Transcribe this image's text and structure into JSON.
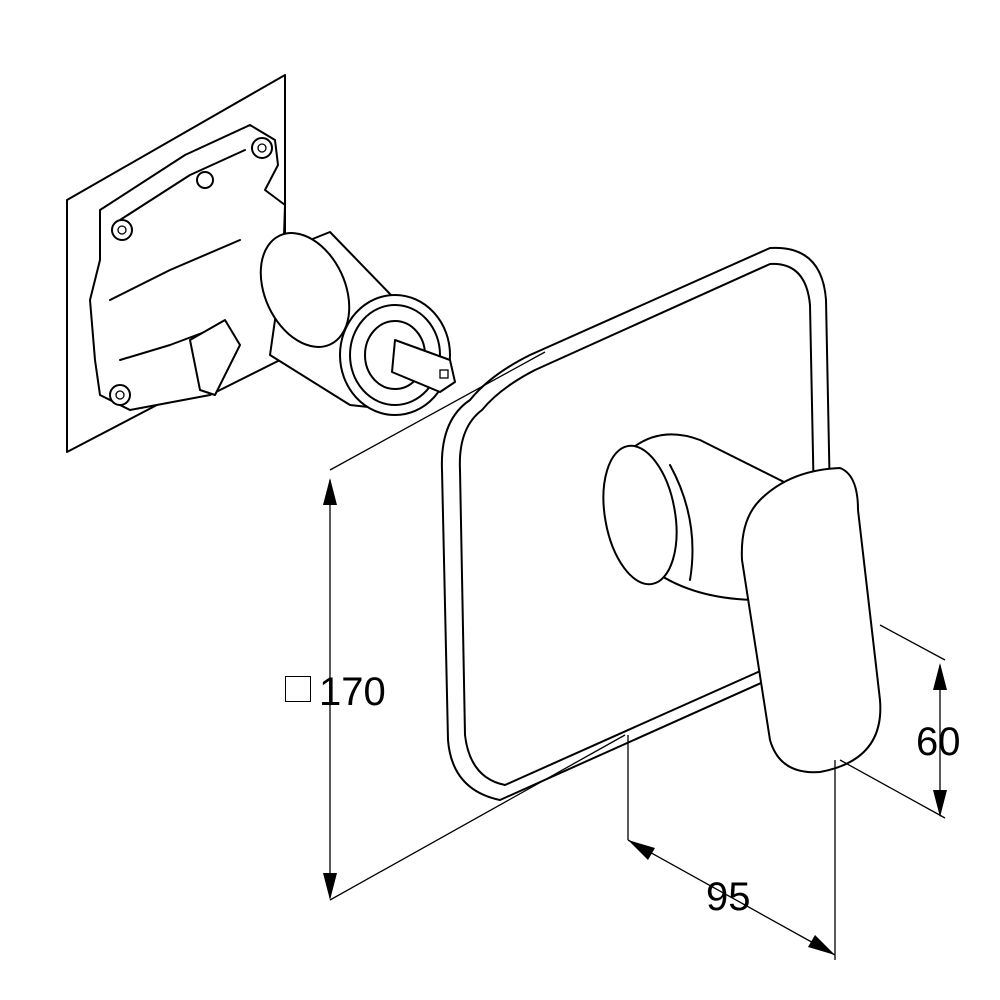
{
  "drawing": {
    "dimensions": {
      "cover_size": {
        "symbol": "square",
        "value": "170"
      },
      "lever_height": {
        "value": "60"
      },
      "projection_depth": {
        "value": "95"
      }
    },
    "line_color": "#000000",
    "background_color": "#ffffff"
  }
}
